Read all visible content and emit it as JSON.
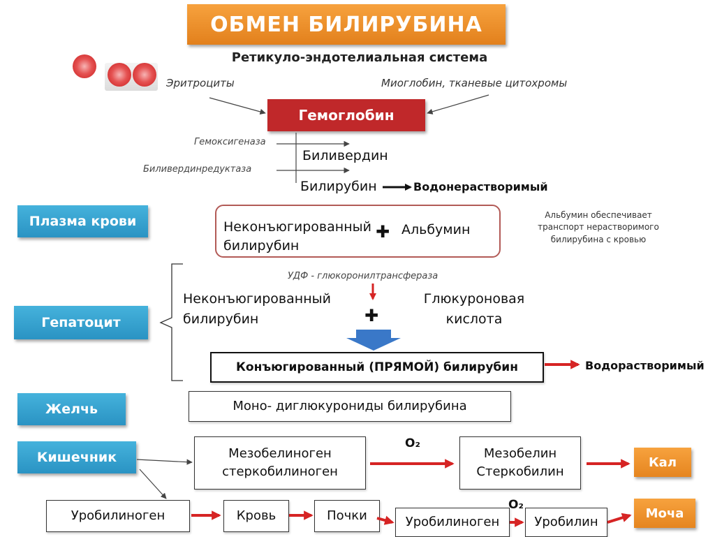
{
  "title": "ОБМЕН БИЛИРУБИНА",
  "subtitle": "Ретикуло-эндотелиальная система",
  "top": {
    "erythrocytes": "Эритроциты",
    "myoglobin": "Миоглобин, тканевые цитохромы",
    "hemoglobin": "Гемоглобин",
    "hemoxygenase": "Гемоксигеназа",
    "biliverdin": "Биливердин",
    "biliverdin_reductase": "Биливердинредуктаза",
    "bilirubin": "Билирубин",
    "water_insoluble": "Водонерастворимый"
  },
  "sections": {
    "plasma": "Плазма крови",
    "hepatocyte": "Гепатоцит",
    "bile": "Желчь",
    "intestine": "Кишечник"
  },
  "plasma": {
    "unconjugated": "Неконъюгированный билирубин",
    "plus": "✚",
    "albumin": "Альбумин",
    "note": "Альбумин обеспечивает транспорт нерастворимого билирубина с кровью"
  },
  "hepatocyte": {
    "enzyme": "УДФ - глюкоронилтрансфераза",
    "unconjugated": "Неконъюгированный билирубин",
    "plus": "✚",
    "glucuronic": "Глюкуроновая кислота",
    "conjugated": "Конъюгированный (ПРЯМОЙ) билирубин",
    "water_soluble": "Водорастворимый"
  },
  "bile": {
    "content": "Моно- диглюкурониды билирубина"
  },
  "intestine": {
    "mesobilinogen": "Мезобелиноген стеркобилиноген",
    "o2_top": "O₂",
    "mesobilin": "Мезобелин Стеркобилин",
    "feces": "Кал",
    "urobilinogen": "Уробилиноген",
    "blood": "Кровь",
    "kidneys": "Почки",
    "urobilinogen2": "Уробилиноген",
    "o2_bottom": "O₂",
    "urobilin": "Уробилин",
    "urine": "Моча"
  },
  "colors": {
    "orange": "#f08c25",
    "red": "#c0282a",
    "blue": "#3aa6d3",
    "arrow_red": "#d62424"
  }
}
